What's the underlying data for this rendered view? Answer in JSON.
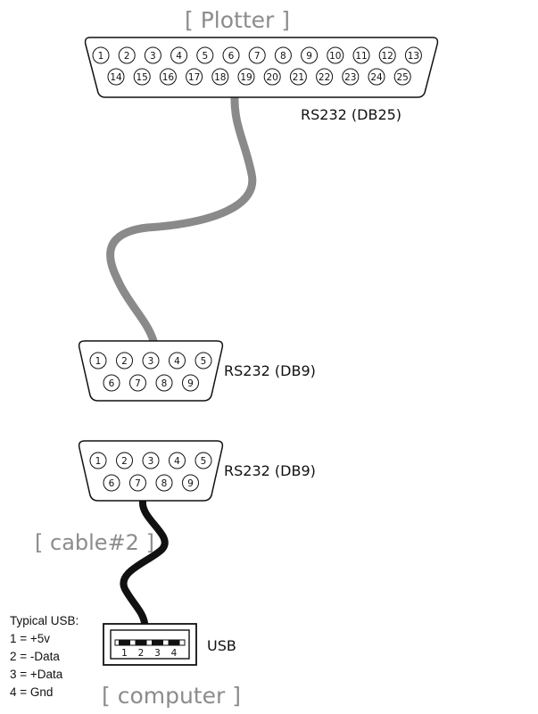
{
  "title": "[ Plotter ]",
  "colors": {
    "outline": "#111111",
    "cable1": "#8a8a8a",
    "cable2": "#111111",
    "label_gray": "#8c8c8c"
  },
  "db25": {
    "label": "RS232 (DB25)",
    "row1": [
      "1",
      "2",
      "3",
      "4",
      "5",
      "6",
      "7",
      "8",
      "9",
      "10",
      "11",
      "12",
      "13"
    ],
    "row2": [
      "14",
      "15",
      "16",
      "17",
      "18",
      "19",
      "20",
      "21",
      "22",
      "23",
      "24",
      "25"
    ]
  },
  "db9_top": {
    "label": "RS232 (DB9)",
    "row1": [
      "1",
      "2",
      "3",
      "4",
      "5"
    ],
    "row2": [
      "6",
      "7",
      "8",
      "9"
    ]
  },
  "db9_bottom": {
    "label": "RS232 (DB9)",
    "row1": [
      "1",
      "2",
      "3",
      "4",
      "5"
    ],
    "row2": [
      "6",
      "7",
      "8",
      "9"
    ]
  },
  "cable2_label": "[ cable#2 ]",
  "usb": {
    "label": "USB",
    "pins": [
      "1",
      "2",
      "3",
      "4"
    ]
  },
  "usb_note": {
    "heading": "Typical USB:",
    "lines": [
      "1 = +5v",
      "2 = -Data",
      "3 = +Data",
      "4 = Gnd"
    ]
  },
  "computer_label": "[ computer ]"
}
